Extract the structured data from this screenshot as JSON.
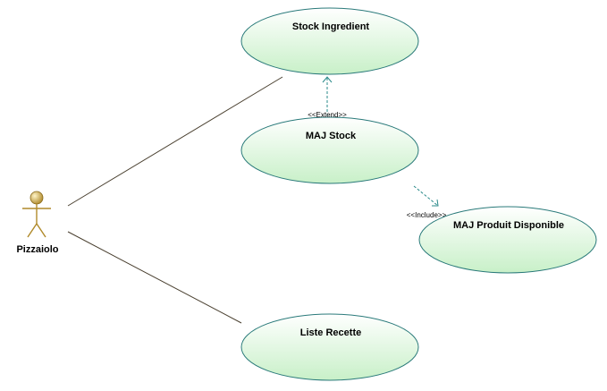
{
  "actor": {
    "name": "Pizzaiolo"
  },
  "use_cases": {
    "stock_ingredient": "Stock Ingredient",
    "maj_stock": "MAJ Stock",
    "maj_produit_disponible": "MAJ Produit Disponible",
    "liste_recette": "Liste Recette"
  },
  "relations": {
    "extend_label": "<<Extend>>",
    "include_label": "<<Include>>"
  },
  "colors": {
    "usecase_fill_light": "#ffffff",
    "usecase_fill_dark": "#c8f0c8",
    "usecase_stroke": "#2a7a7a",
    "dependency_stroke": "#2a8a8a",
    "association_stroke": "#4a4030",
    "actor_body": "#b08a2a"
  }
}
